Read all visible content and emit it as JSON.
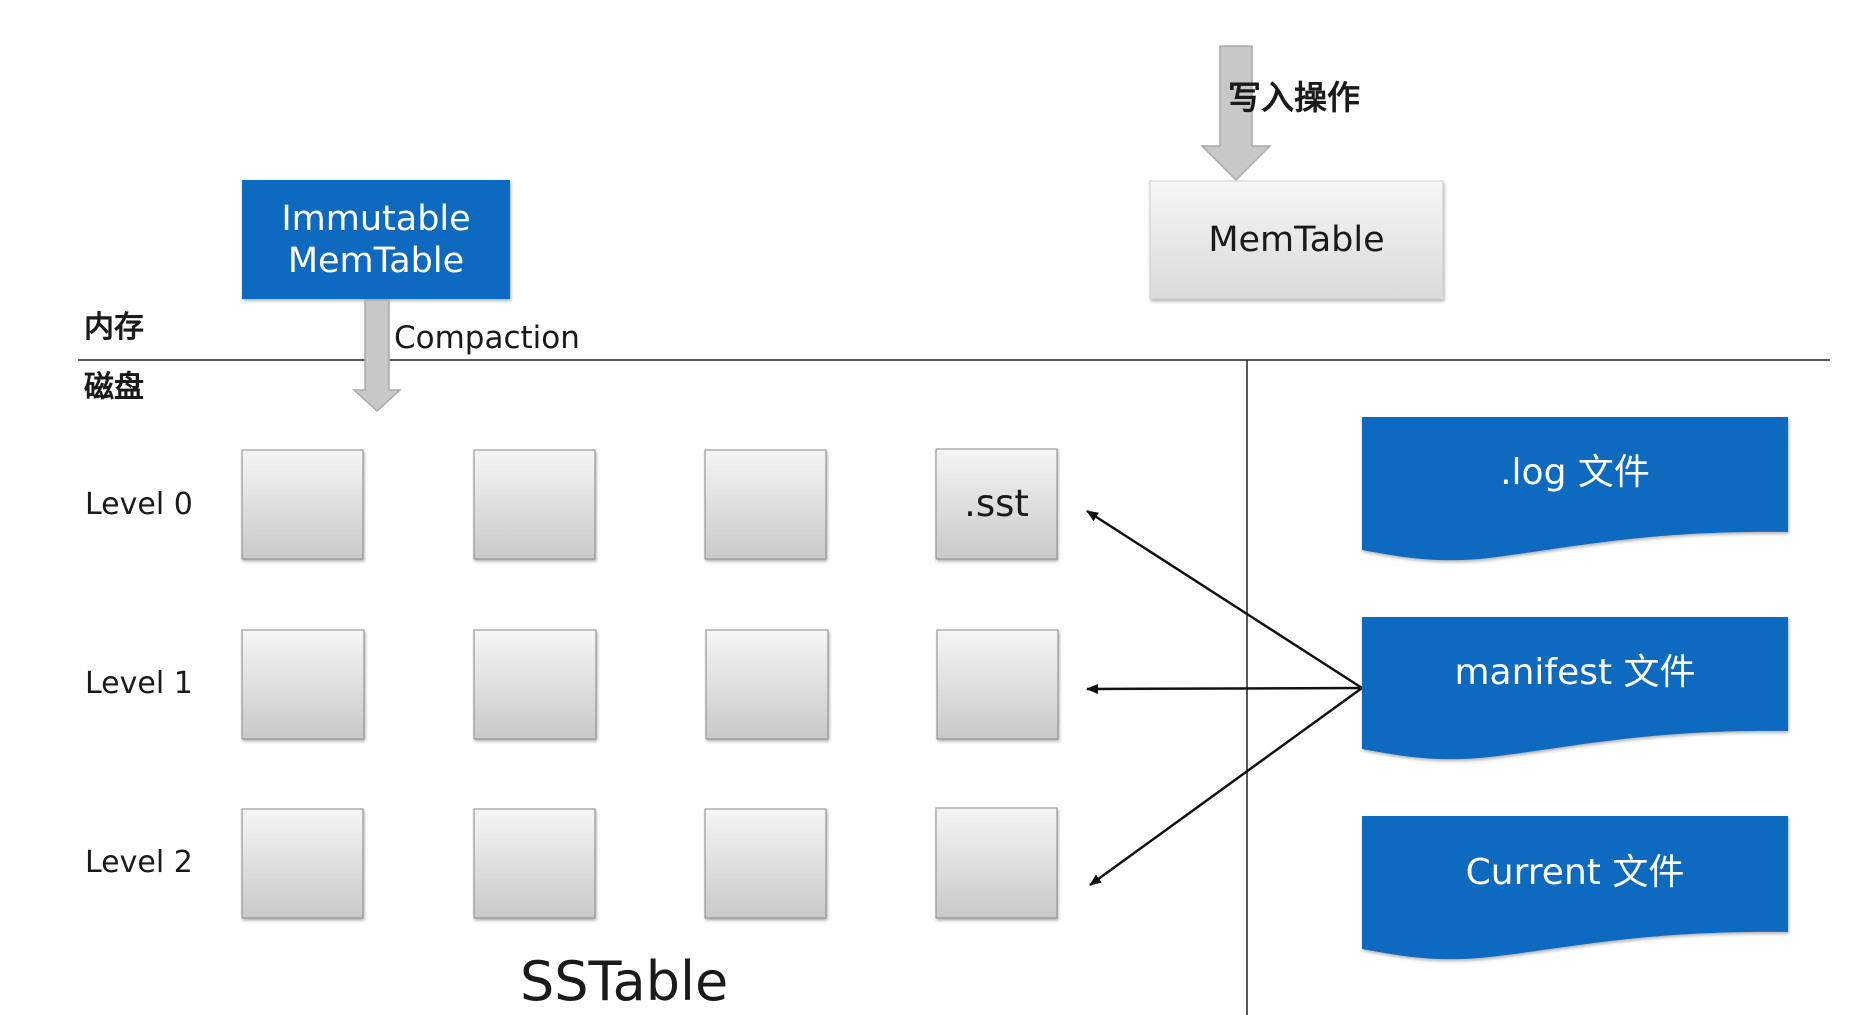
{
  "labels": {
    "memory": "内存",
    "disk": "磁盘",
    "compaction": "Compaction",
    "write_operation": "写入操作",
    "sstable": "SSTable"
  },
  "boxes": {
    "immutable_memtable": "Immutable\nMemTable",
    "memtable": "MemTable"
  },
  "levels": [
    "Level 0",
    "Level 1",
    "Level 2"
  ],
  "sst_label": ".sst",
  "files": {
    "log": ".log 文件",
    "manifest": "manifest 文件",
    "current": "Current 文件"
  },
  "colors": {
    "blue": "#0a6abf",
    "gray_arrow": "#c8c8c8",
    "line": "#222222"
  }
}
